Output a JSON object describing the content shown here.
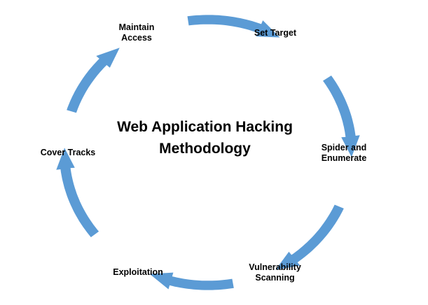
{
  "title": {
    "line1": "Web Application Hacking",
    "line2": "Methodology"
  },
  "steps": [
    {
      "lines": [
        "Set Target"
      ]
    },
    {
      "lines": [
        "Spider and",
        "Enumerate"
      ]
    },
    {
      "lines": [
        "Vulnerability",
        "Scanning"
      ]
    },
    {
      "lines": [
        "Exploitation"
      ]
    },
    {
      "lines": [
        "Cover Tracks"
      ]
    },
    {
      "lines": [
        "Maintain",
        "Access"
      ]
    }
  ],
  "colors": {
    "arrow": "#5b9bd5",
    "text": "#000000",
    "background": "#ffffff"
  }
}
